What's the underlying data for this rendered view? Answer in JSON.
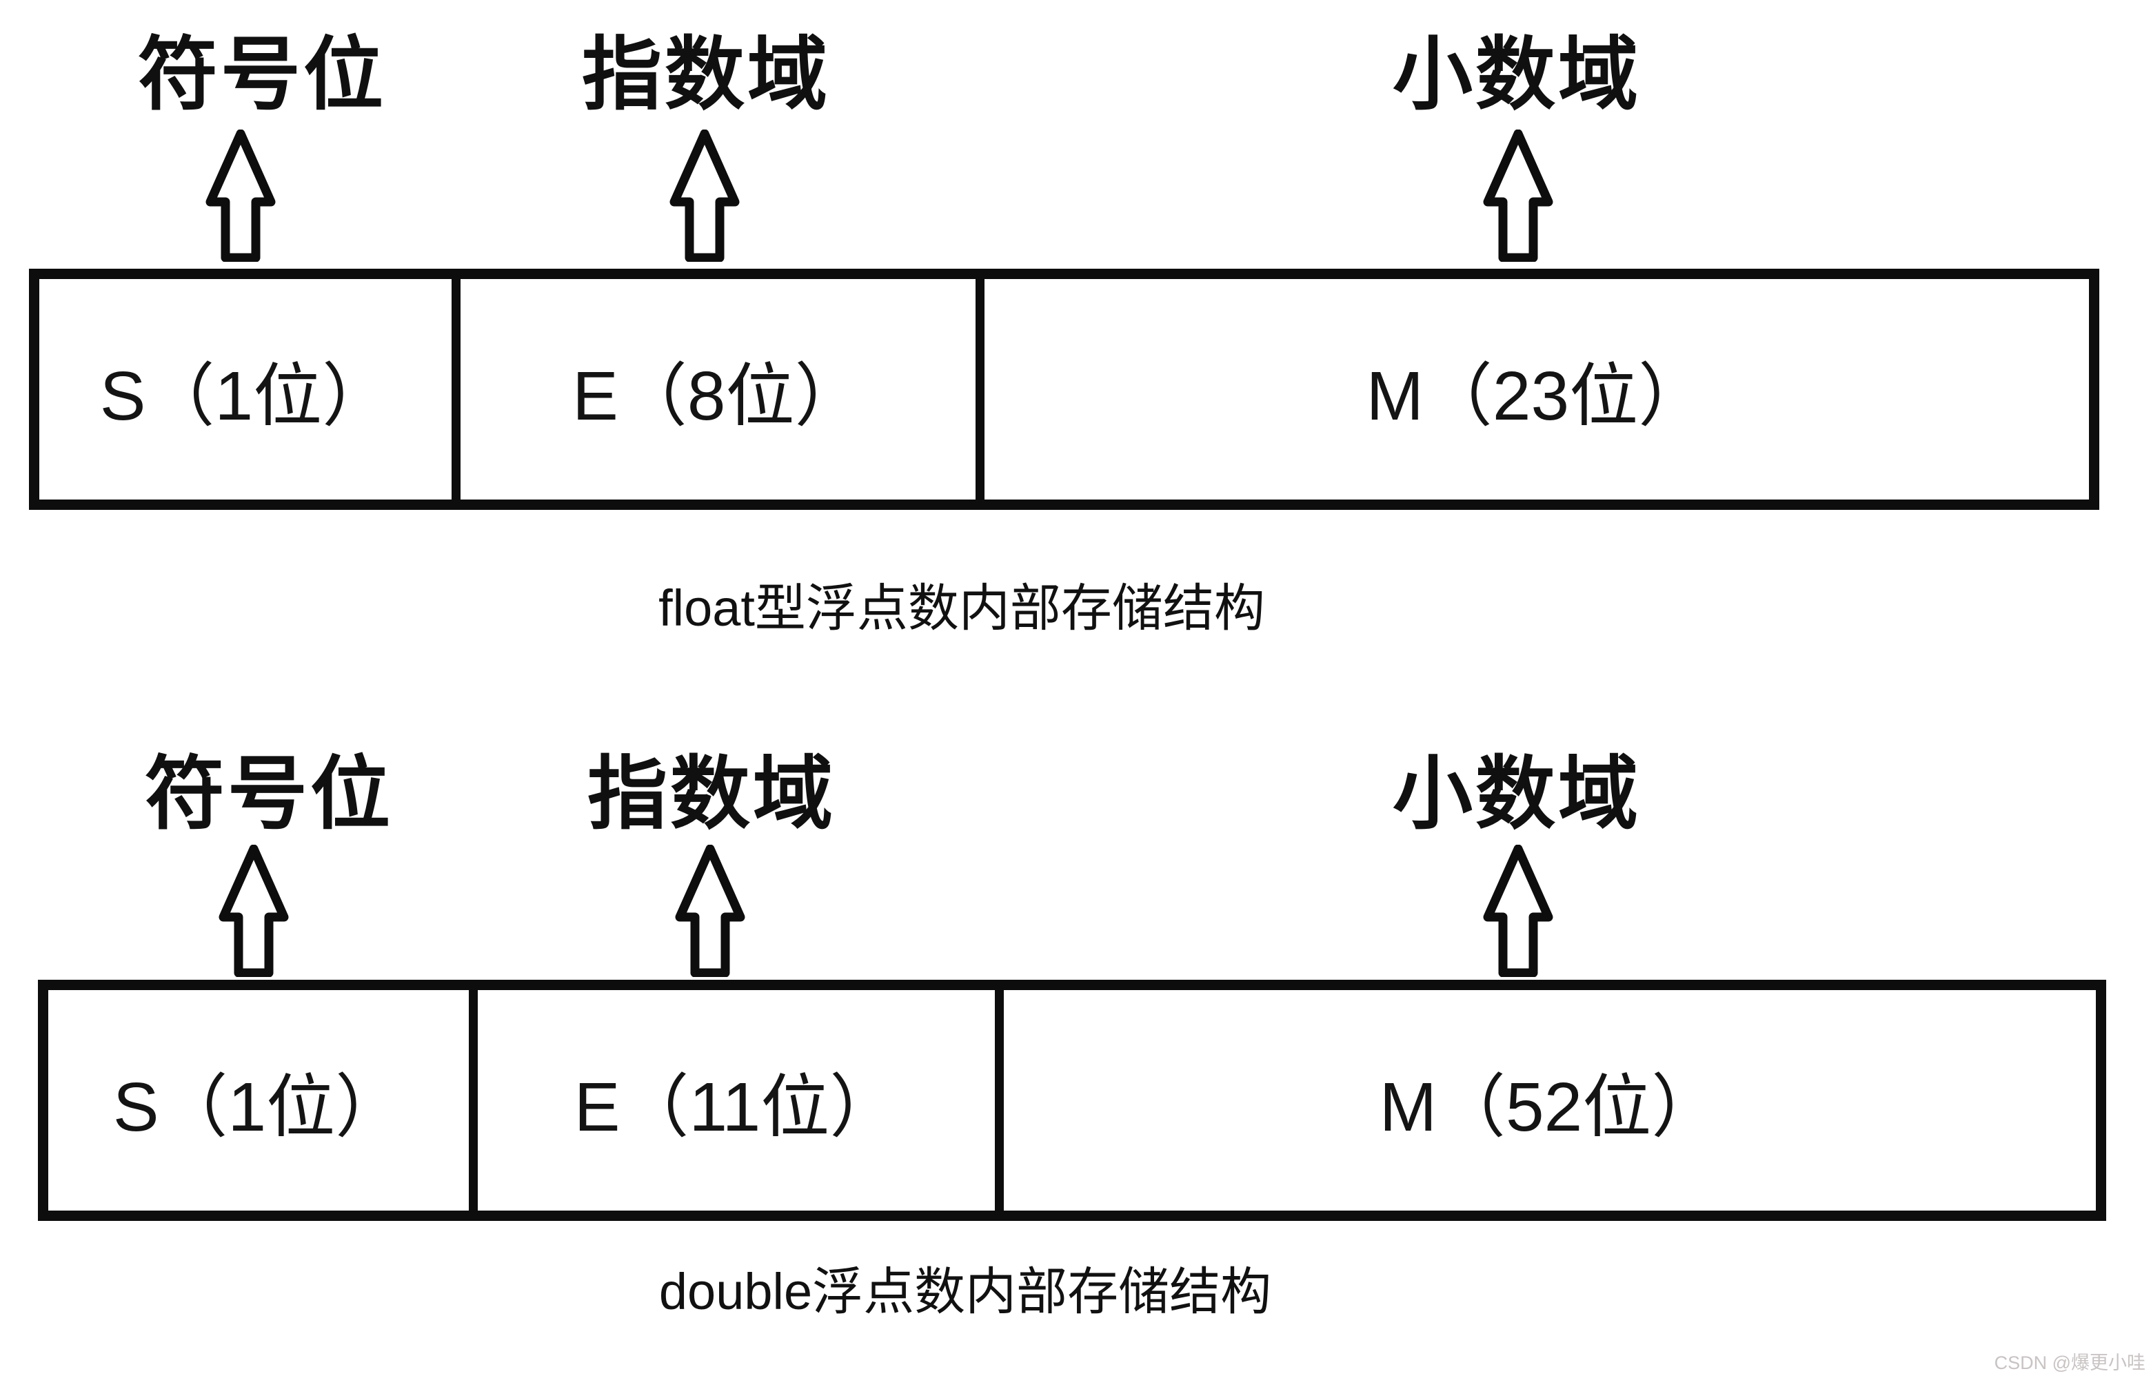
{
  "page": {
    "background_color": "#ffffff",
    "ink_color": "#0d0d0d"
  },
  "sections": [
    {
      "caption": "float型浮点数内部存储结构",
      "pointers": [
        {
          "label": "符号位"
        },
        {
          "label": "指数域"
        },
        {
          "label": "小数域"
        }
      ],
      "fields": [
        {
          "text": "S（1位）"
        },
        {
          "text": "E（8位）"
        },
        {
          "text": "M（23位）"
        }
      ]
    },
    {
      "caption": "double浮点数内部存储结构",
      "pointers": [
        {
          "label": "符号位"
        },
        {
          "label": "指数域"
        },
        {
          "label": "小数域"
        }
      ],
      "fields": [
        {
          "text": "S（1位）"
        },
        {
          "text": "E（11位）"
        },
        {
          "text": "M（52位）"
        }
      ]
    }
  ],
  "watermark": {
    "text": "CSDN @爆更小哇",
    "color": "#c9c3c3"
  }
}
